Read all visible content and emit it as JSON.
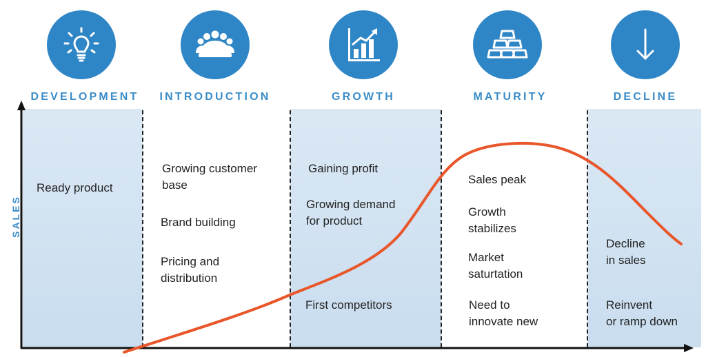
{
  "stages": [
    {
      "id": "development",
      "label": "DEVELOPMENT",
      "icon": "lightbulb-icon"
    },
    {
      "id": "introduction",
      "label": "INTRODUCTION",
      "icon": "group-meeting-icon"
    },
    {
      "id": "growth",
      "label": "GROWTH",
      "icon": "bar-chart-growth-icon"
    },
    {
      "id": "maturity",
      "label": "MATURITY",
      "icon": "gold-bars-icon"
    },
    {
      "id": "decline",
      "label": "DECLINE",
      "icon": "arrow-down-icon"
    }
  ],
  "y_axis_label": "SALES",
  "notes": {
    "development": [
      "Ready product"
    ],
    "introduction": [
      "Growing customer\nbase",
      "Brand building",
      "Pricing and\ndistribution"
    ],
    "growth": [
      "Gaining profit",
      "Growing demand\nfor product",
      "First competitors"
    ],
    "maturity": [
      "Sales peak",
      "Growth\nstabilizes",
      "Market\nsaturtation",
      "Need to\ninnovate new"
    ],
    "decline": [
      "Decline\nin sales",
      "Reinvent\nor ramp down"
    ]
  },
  "colors": {
    "accent": "#2f86c6",
    "label": "#3a8cc8",
    "curve": "#e8562a",
    "shade": "#d3e3f2"
  }
}
